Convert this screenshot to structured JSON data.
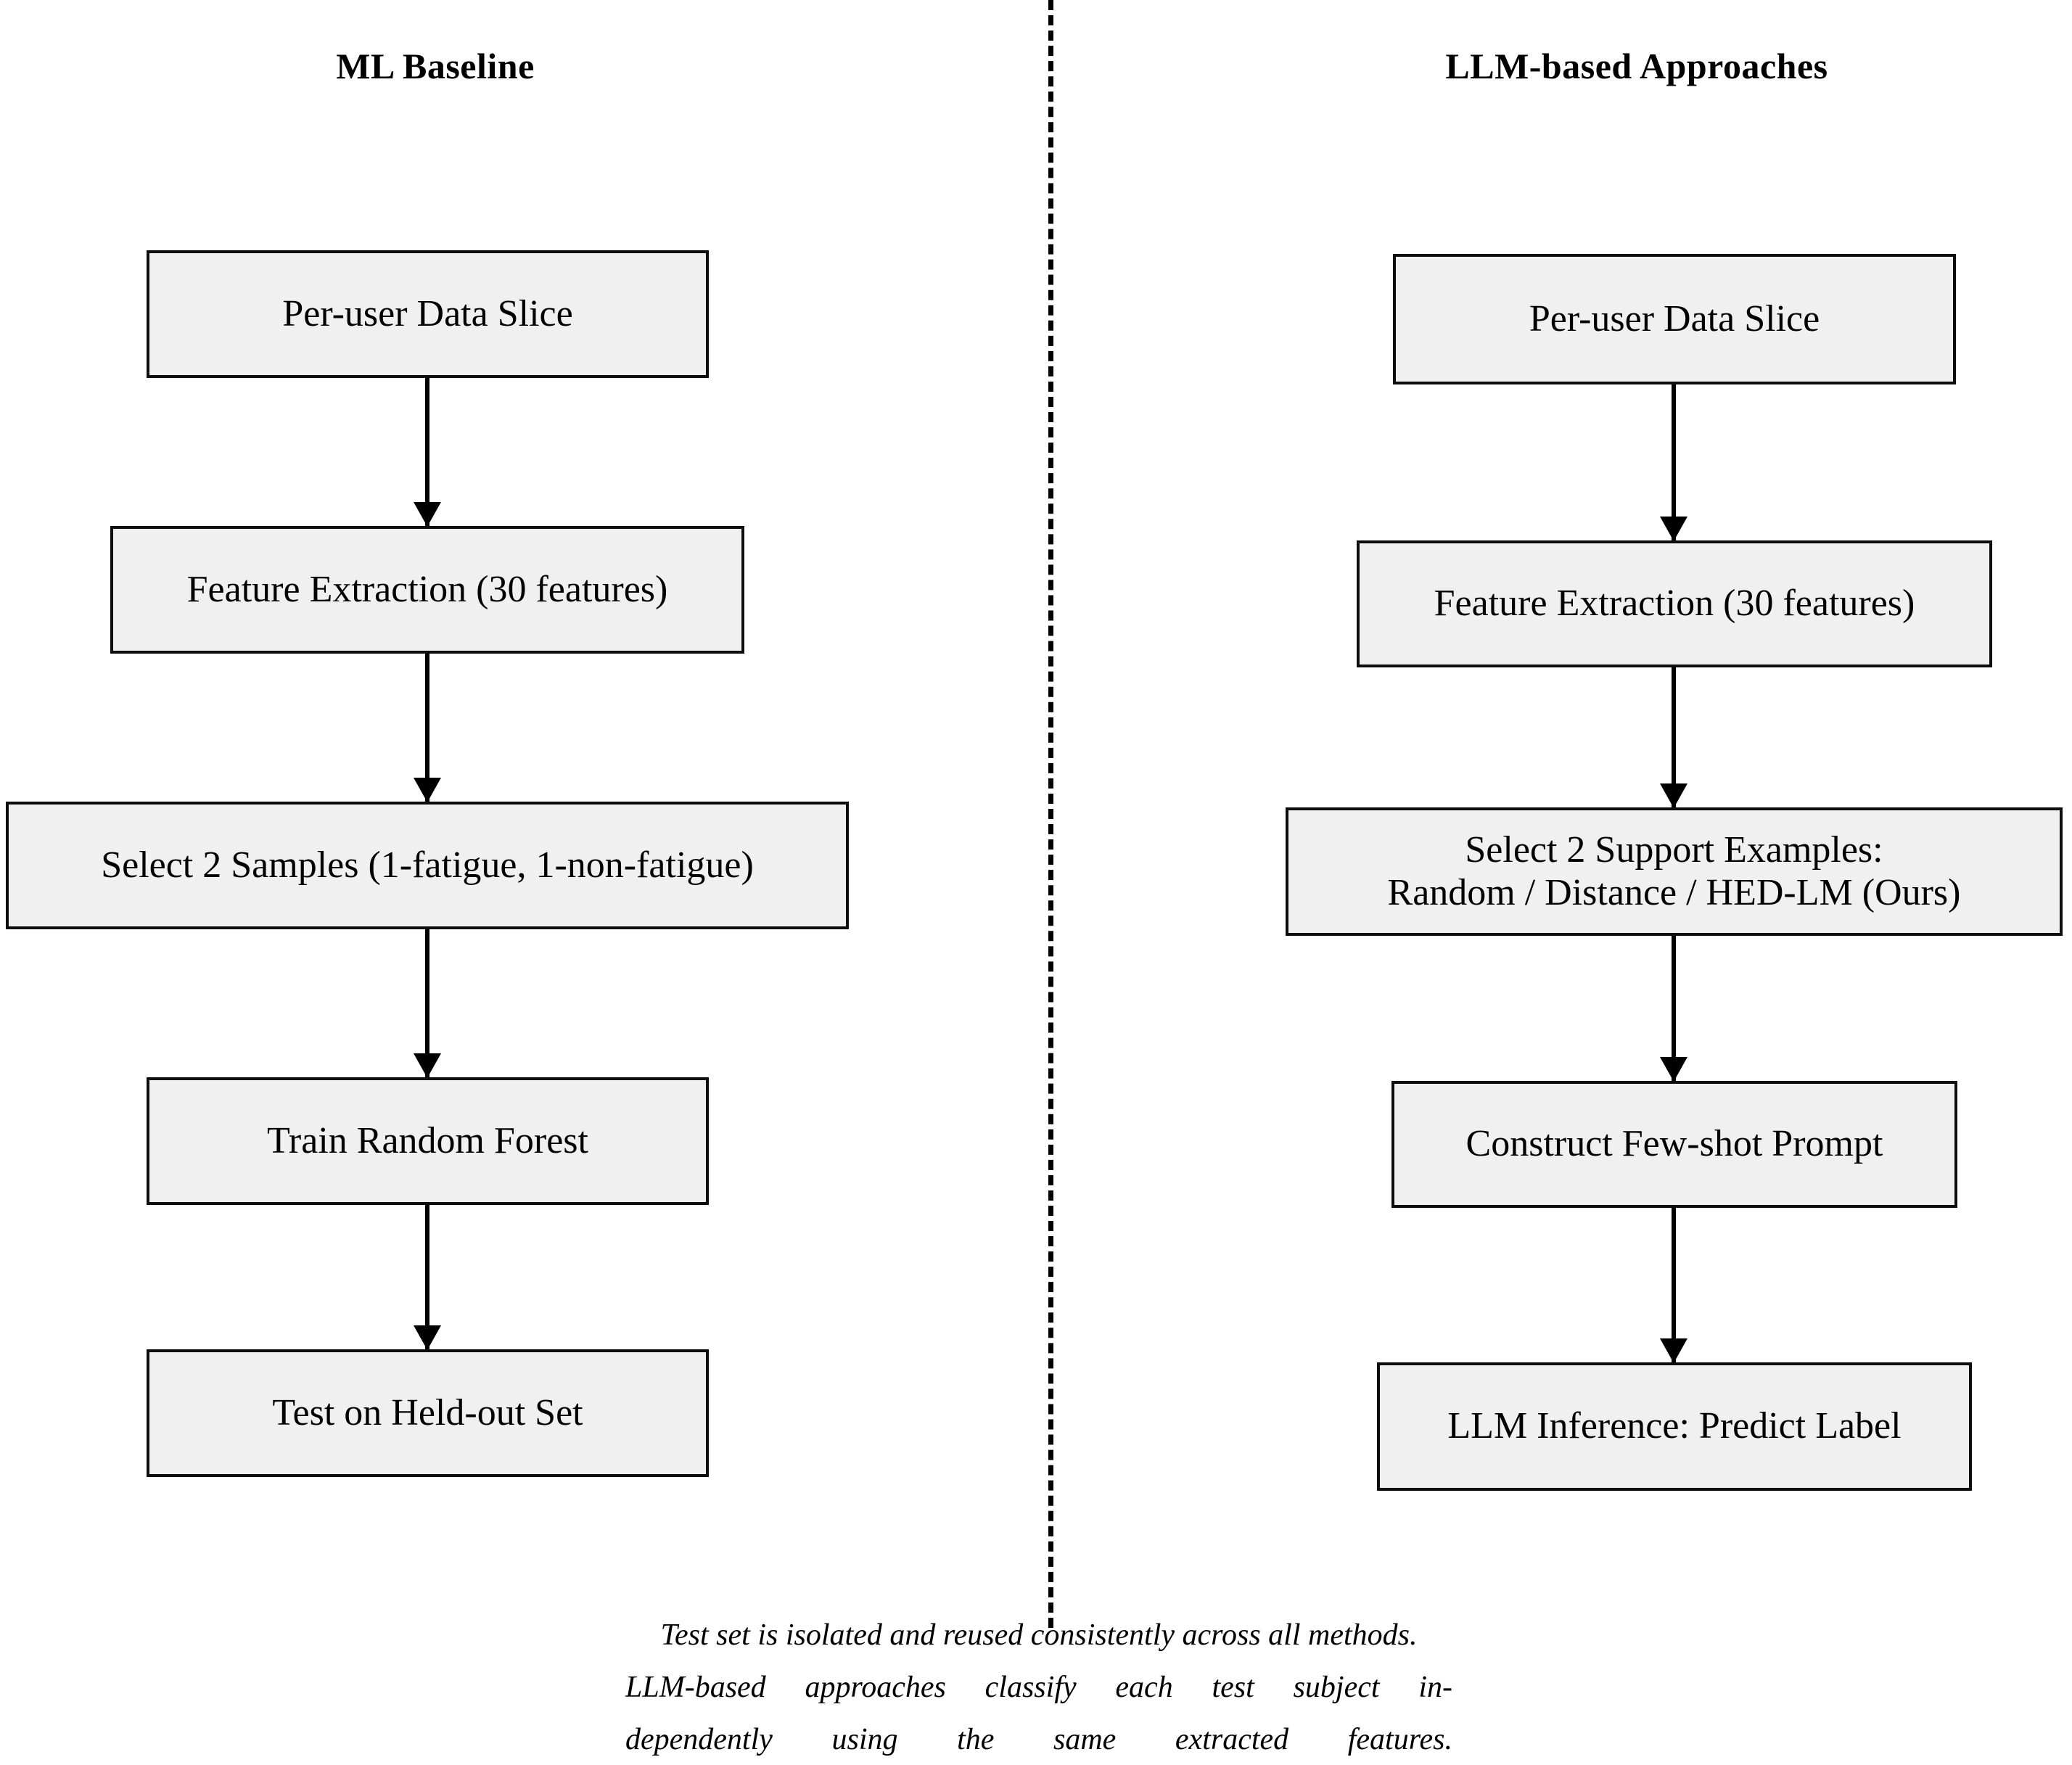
{
  "columns": {
    "left": {
      "title": "ML Baseline"
    },
    "right": {
      "title": "LLM-based Approaches"
    }
  },
  "flow": {
    "left_nodes": [
      {
        "id": "left-per-user-data-slice",
        "label": "Per-user Data Slice"
      },
      {
        "id": "left-feature-extraction",
        "label": "Feature Extraction (30 features)"
      },
      {
        "id": "left-select-2-samples",
        "label": "Select 2 Samples (1-fatigue, 1-non-fatigue)"
      },
      {
        "id": "left-train-random-forest",
        "label": "Train Random Forest"
      },
      {
        "id": "left-test-held-out-set",
        "label": "Test on Held-out Set"
      }
    ],
    "right_nodes": [
      {
        "id": "right-per-user-data-slice",
        "label": "Per-user Data Slice"
      },
      {
        "id": "right-feature-extraction",
        "label": "Feature Extraction (30 features)"
      },
      {
        "id": "right-select-support-examples",
        "label": "Select 2 Support Examples:\nRandom / Distance / HED-LM (Ours)"
      },
      {
        "id": "right-construct-prompt",
        "label": "Construct Few-shot Prompt"
      },
      {
        "id": "right-llm-inference",
        "label": "LLM Inference: Predict Label"
      }
    ]
  },
  "caption": {
    "line1": "Test set is isolated and reused consistently across all methods.",
    "line2": "LLM-based approaches classify each test subject in-",
    "line3": "dependently using the same extracted features."
  },
  "colors": {
    "node_fill": "#f0f0f0",
    "node_border": "#0d0d0d",
    "ink": "#000000",
    "background": "#ffffff"
  }
}
